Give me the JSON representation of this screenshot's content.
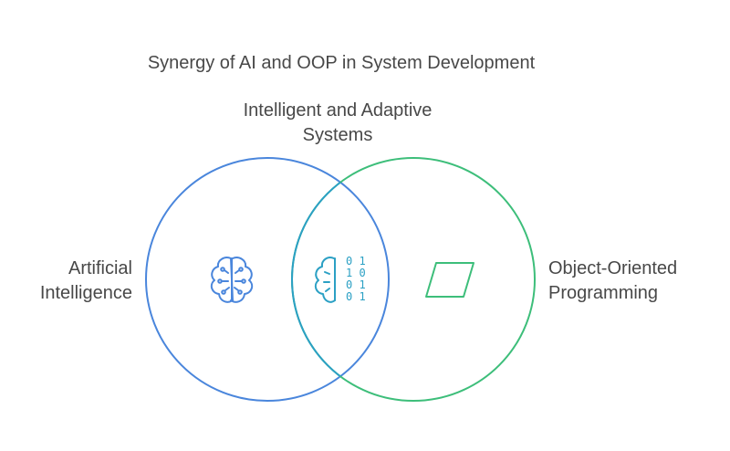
{
  "title": "Synergy of AI and OOP in System Development",
  "intersection": {
    "label_line1": "Intelligent and Adaptive",
    "label_line2": "Systems",
    "icon": "brain-binary-icon",
    "binary_rows": [
      "0 1",
      "1 0",
      "0 1",
      "0 1"
    ]
  },
  "left_set": {
    "label_line1": "Artificial",
    "label_line2": "Intelligence",
    "icon": "brain-circuit-icon",
    "color": "#4A86DC"
  },
  "right_set": {
    "label_line1": "Object-Oriented",
    "label_line2": "Programming",
    "icon": "parallelogram-icon",
    "color": "#3DBE7A"
  },
  "overlap_color": "#2BA0C4"
}
